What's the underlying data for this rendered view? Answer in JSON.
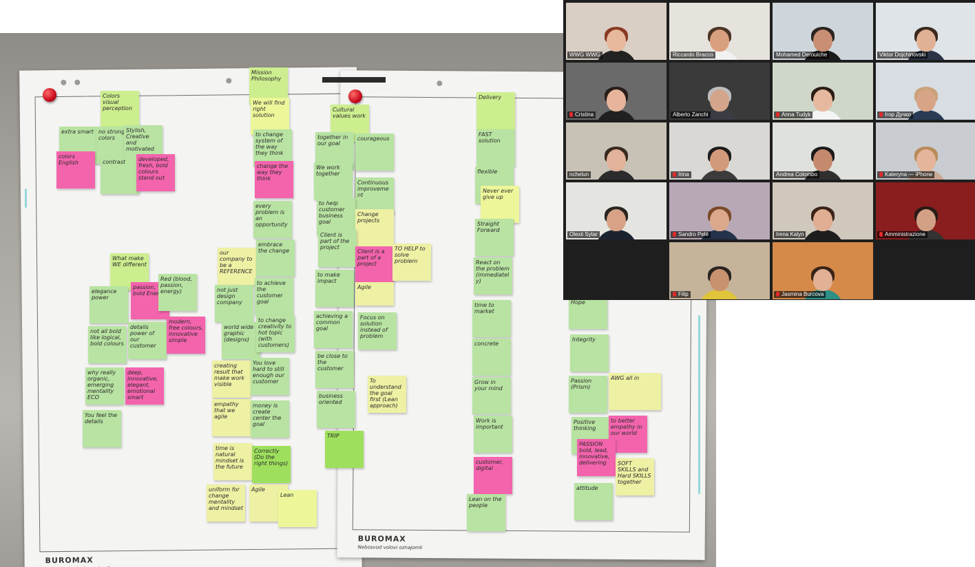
{
  "whiteboard": {
    "brand": "BUROMAX",
    "tagline": "Nebosvod volovi oznajomli",
    "notes": [
      {
        "id": "n01",
        "text": "Colors visual perception",
        "c": "l"
      },
      {
        "id": "n02",
        "text": "extra smart",
        "c": "g"
      },
      {
        "id": "n03",
        "text": "no strong colors",
        "c": "g"
      },
      {
        "id": "n04",
        "text": "Stylish, Creative and motivated",
        "c": "g"
      },
      {
        "id": "n05",
        "text": "colors English",
        "c": "p"
      },
      {
        "id": "n06",
        "text": "contrast",
        "c": "g"
      },
      {
        "id": "n07",
        "text": "developed, fresh, bold colours stand out",
        "c": "p"
      },
      {
        "id": "n08",
        "text": "What make WE different",
        "c": "l"
      },
      {
        "id": "n09",
        "text": "elegance power",
        "c": "g"
      },
      {
        "id": "n10",
        "text": "passion, bold Energy",
        "c": "p"
      },
      {
        "id": "n11",
        "text": "Red (blood, passion, energy)",
        "c": "g"
      },
      {
        "id": "n12",
        "text": "not all bold like logical, bold colours",
        "c": "g"
      },
      {
        "id": "n13",
        "text": "details power of our customer",
        "c": "g"
      },
      {
        "id": "n14",
        "text": "modern, free colours, innovative simple",
        "c": "p"
      },
      {
        "id": "n15",
        "text": "why really organic, emerging mentality ECO",
        "c": "g"
      },
      {
        "id": "n16",
        "text": "deep, innovative, elegant, emotional smart",
        "c": "p"
      },
      {
        "id": "n17",
        "text": "You feel the details",
        "c": "g"
      },
      {
        "id": "n18",
        "text": "Mission Philosophy",
        "c": "l"
      },
      {
        "id": "n19",
        "text": "We will find right solution",
        "c": "y"
      },
      {
        "id": "n20",
        "text": "to change system of the way they think",
        "c": "g"
      },
      {
        "id": "n21",
        "text": "change the way they think",
        "c": "p"
      },
      {
        "id": "n22",
        "text": "every problem is an opportunity",
        "c": "g"
      },
      {
        "id": "n23",
        "text": "our company to be a REFERENCE",
        "c": "ly"
      },
      {
        "id": "n24",
        "text": "embrace the change",
        "c": "g"
      },
      {
        "id": "n25",
        "text": "not just design company",
        "c": "g"
      },
      {
        "id": "n26",
        "text": "to achieve the customer goal",
        "c": "g"
      },
      {
        "id": "n27",
        "text": "world wide graphic (designs)",
        "c": "g"
      },
      {
        "id": "n28",
        "text": "to change creativity to hot topic (with customers)",
        "c": "g"
      },
      {
        "id": "n29",
        "text": "creating result that make work visible",
        "c": "ly"
      },
      {
        "id": "n30",
        "text": "You love hard to still enough our customer",
        "c": "g"
      },
      {
        "id": "n31",
        "text": "empathy that we agile",
        "c": "ly"
      },
      {
        "id": "n32",
        "text": "money is create center the goal",
        "c": "g"
      },
      {
        "id": "n33",
        "text": "time is natural mindset is the future",
        "c": "ly"
      },
      {
        "id": "n34",
        "text": "Correctly (Do the right things)",
        "c": "ll"
      },
      {
        "id": "n35",
        "text": "uniform for change mentality and mindset",
        "c": "ly"
      },
      {
        "id": "n36",
        "text": "Agile",
        "c": "ly"
      },
      {
        "id": "n37",
        "text": "Lean",
        "c": "y"
      },
      {
        "id": "n38",
        "text": "Cultural values work",
        "c": "l"
      },
      {
        "id": "n39",
        "text": "together in our goal",
        "c": "g"
      },
      {
        "id": "n40",
        "text": "courageous",
        "c": "g"
      },
      {
        "id": "n41",
        "text": "We work together",
        "c": "g"
      },
      {
        "id": "n42",
        "text": "Continuous improvement",
        "c": "g"
      },
      {
        "id": "n43",
        "text": "to help customer business goal",
        "c": "g"
      },
      {
        "id": "n44",
        "text": "Change projects",
        "c": "ly"
      },
      {
        "id": "n45",
        "text": "Client is part of the project",
        "c": "g"
      },
      {
        "id": "n46",
        "text": "Client is a part of a project",
        "c": "p"
      },
      {
        "id": "n47",
        "text": "TO HELP to solve problem",
        "c": "ly"
      },
      {
        "id": "n48",
        "text": "to make impact",
        "c": "g"
      },
      {
        "id": "n49",
        "text": "Agile",
        "c": "ly"
      },
      {
        "id": "n50",
        "text": "achieving a common goal",
        "c": "g"
      },
      {
        "id": "n51",
        "text": "Focus on solution instead of problem",
        "c": "g"
      },
      {
        "id": "n52",
        "text": "be close to the customer",
        "c": "g"
      },
      {
        "id": "n53",
        "text": "To understand the goal first (Lean approach)",
        "c": "ly"
      },
      {
        "id": "n54",
        "text": "business oriented",
        "c": "g"
      },
      {
        "id": "n55",
        "text": "TRIP",
        "c": "ll"
      },
      {
        "id": "n56",
        "text": "Delivery",
        "c": "l"
      },
      {
        "id": "n57",
        "text": "FAST solution",
        "c": "g"
      },
      {
        "id": "n58",
        "text": "flexible",
        "c": "g"
      },
      {
        "id": "n59",
        "text": "Never ever give up",
        "c": "y"
      },
      {
        "id": "n60",
        "text": "Straight Forward",
        "c": "g"
      },
      {
        "id": "n61",
        "text": "React on the problem (immediately)",
        "c": "g"
      },
      {
        "id": "n62",
        "text": "time to market",
        "c": "g"
      },
      {
        "id": "n63",
        "text": "concrete",
        "c": "g"
      },
      {
        "id": "n64",
        "text": "Grow in your mind",
        "c": "g"
      },
      {
        "id": "n65",
        "text": "Work is important",
        "c": "g"
      },
      {
        "id": "n66",
        "text": "customer, digital",
        "c": "p"
      },
      {
        "id": "n67",
        "text": "Lean on the people",
        "c": "g"
      },
      {
        "id": "n68",
        "text": "Hope",
        "c": "g"
      },
      {
        "id": "n69",
        "text": "Integrity",
        "c": "g"
      },
      {
        "id": "n70",
        "text": "Passion (Prism)",
        "c": "g"
      },
      {
        "id": "n71",
        "text": "AWG all in",
        "c": "ly"
      },
      {
        "id": "n72",
        "text": "Positive thinking",
        "c": "g"
      },
      {
        "id": "n73",
        "text": "to better empathy in our world",
        "c": "p"
      },
      {
        "id": "n74",
        "text": "PASSION bold, lead, innovative, delivering",
        "c": "p"
      },
      {
        "id": "n75",
        "text": "SOFT SKILLS and Hard SKILLS together",
        "c": "ly"
      },
      {
        "id": "n76",
        "text": "attitude",
        "c": "g"
      }
    ]
  },
  "meeting": {
    "participants": [
      {
        "id": "t01",
        "name": "WWG WWG",
        "mic_muted": false,
        "active": true
      },
      {
        "id": "t02",
        "name": "Riccardo Bracco",
        "mic_muted": false
      },
      {
        "id": "t03",
        "name": "Mohamed Derouiche",
        "mic_muted": false
      },
      {
        "id": "t04",
        "name": "Viktor Dojchinovski",
        "mic_muted": false
      },
      {
        "id": "t05",
        "name": "Cristina",
        "mic_muted": true
      },
      {
        "id": "t06",
        "name": "Alberto Zanchi",
        "mic_muted": false
      },
      {
        "id": "t07",
        "name": "Anna Tudyk",
        "mic_muted": true
      },
      {
        "id": "t08",
        "name": "Ігор Дучко",
        "mic_muted": true
      },
      {
        "id": "t09",
        "name": "nchelun",
        "mic_muted": false
      },
      {
        "id": "t10",
        "name": "Irina",
        "mic_muted": true
      },
      {
        "id": "t11",
        "name": "Andrea Colombo",
        "mic_muted": false
      },
      {
        "id": "t12",
        "name": "Kateryna — iPhone",
        "mic_muted": true
      },
      {
        "id": "t13",
        "name": "Olexii Sytar",
        "mic_muted": false
      },
      {
        "id": "t14",
        "name": "Sandro Pelé",
        "mic_muted": true
      },
      {
        "id": "t15",
        "name": "Irena Kalyn",
        "mic_muted": false
      },
      {
        "id": "t16",
        "name": "Amministrazione",
        "mic_muted": true
      },
      {
        "id": "t17",
        "name": "Filip",
        "mic_muted": true
      },
      {
        "id": "t18",
        "name": "Jasmina Burcova",
        "mic_muted": true
      }
    ]
  }
}
